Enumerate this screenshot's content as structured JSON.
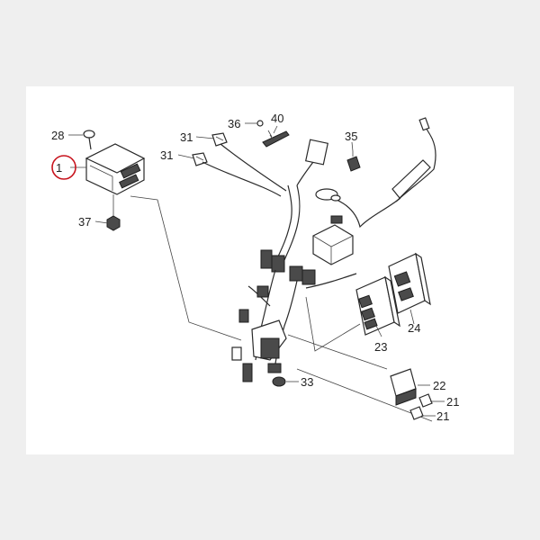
{
  "diagram": {
    "highlight_color": "#c8141e",
    "callouts": [
      {
        "id": "c1",
        "label": "1"
      },
      {
        "id": "c28",
        "label": "28"
      },
      {
        "id": "c37",
        "label": "37"
      },
      {
        "id": "c31a",
        "label": "31"
      },
      {
        "id": "c31b",
        "label": "31"
      },
      {
        "id": "c36",
        "label": "36"
      },
      {
        "id": "c40",
        "label": "40"
      },
      {
        "id": "c35",
        "label": "35"
      },
      {
        "id": "c23",
        "label": "23"
      },
      {
        "id": "c24",
        "label": "24"
      },
      {
        "id": "c22",
        "label": "22"
      },
      {
        "id": "c21a",
        "label": "21"
      },
      {
        "id": "c21b",
        "label": "21"
      },
      {
        "id": "c33",
        "label": "33"
      }
    ]
  }
}
